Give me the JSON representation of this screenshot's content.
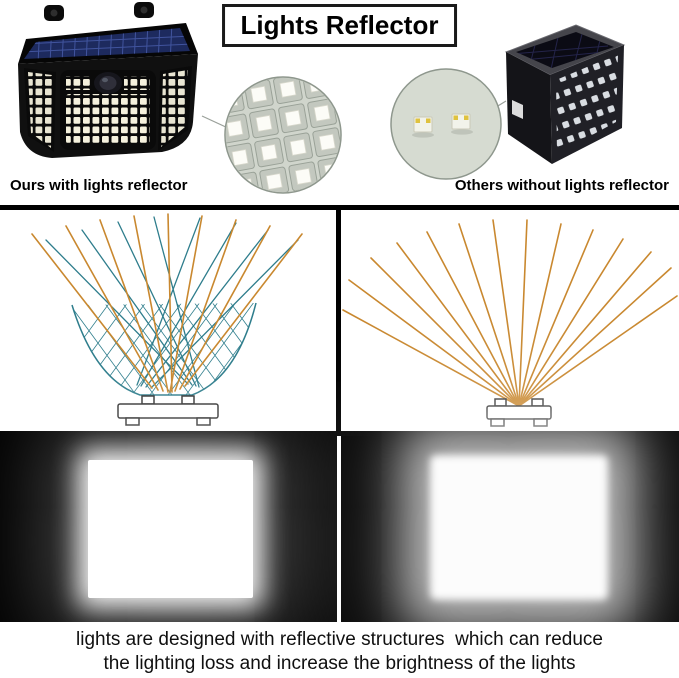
{
  "title": "Lights Reflector",
  "comparison": {
    "left_caption": "Ours with lights reflector",
    "right_caption": "Others without lights reflector"
  },
  "footer": {
    "line1": "lights are designed with reflective structures  which can reduce",
    "line2": "the lighting loss and increase the brightness of the lights"
  },
  "colors": {
    "ray_orange": "#c9882f",
    "ray_teal": "#2e7d8c",
    "divider_black": "#000000",
    "solar_blue": "#1d2a5e",
    "led_white": "#f5f1dd"
  },
  "icons": {
    "left_lamp": "solar-wall-light-with-reflector-leds",
    "left_magnifier": "zoomed-reflector-led-grid",
    "right_magnifier": "zoomed-flat-led-chips",
    "right_lamp": "solar-cube-light-without-reflector",
    "left_ray_diagram": "reflector-cup-focused-light-rays",
    "right_ray_diagram": "bare-led-scattered-light-rays",
    "left_glow": "bright-sharp-light-output",
    "right_glow": "dim-diffuse-light-output"
  }
}
